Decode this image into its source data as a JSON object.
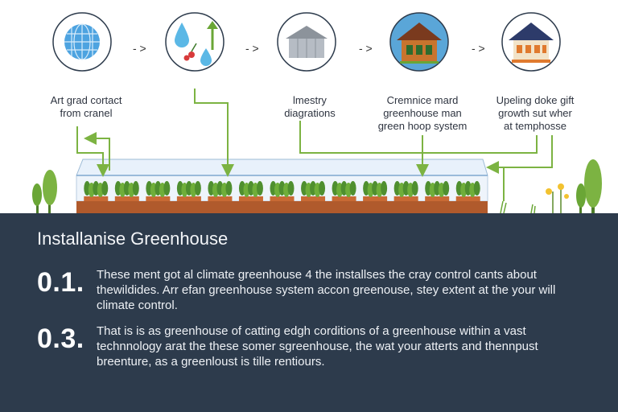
{
  "steps": [
    {
      "icon": "globe-grid-icon",
      "caption_lines": [
        "Art grad cortact",
        "from cranel"
      ]
    },
    {
      "icon": "water-drops-icon",
      "caption_lines": []
    },
    {
      "icon": "grey-barn-icon",
      "caption_lines": [
        "lmestry",
        "diagrations"
      ]
    },
    {
      "icon": "brown-house-icon",
      "caption_lines": [
        "Cremnice mard",
        "greenhouse man",
        "green hoop system"
      ]
    },
    {
      "icon": "white-house-icon",
      "caption_lines": [
        "Upeling doke gift",
        "growth sut wher",
        "at temphosse"
      ]
    }
  ],
  "arrow_symbol": "- >",
  "panel": {
    "title": "Installanise Greenhouse",
    "items": [
      {
        "number": "0.1.",
        "lines": [
          "These ment got al climate greenhouse 4 the installses the cray control cants about",
          "thewildides. Arr efan greenhouse system accon greenouse, stey extent at the your will",
          "climate control."
        ]
      },
      {
        "number": "0.3.",
        "lines": [
          "That is is as greenhouse of catting edgh corditions of a greenhouse within a vast",
          "technnology arat the these somer sgreenhouse, the wat your atterts and thennpust",
          "breenture, as a greenloust is tille rentiours."
        ]
      }
    ]
  },
  "colors": {
    "panel_bg": "#2d3b4c",
    "flow_line": "#7cb342",
    "soil": "#a0522d",
    "glass": "#dbe9f7"
  }
}
